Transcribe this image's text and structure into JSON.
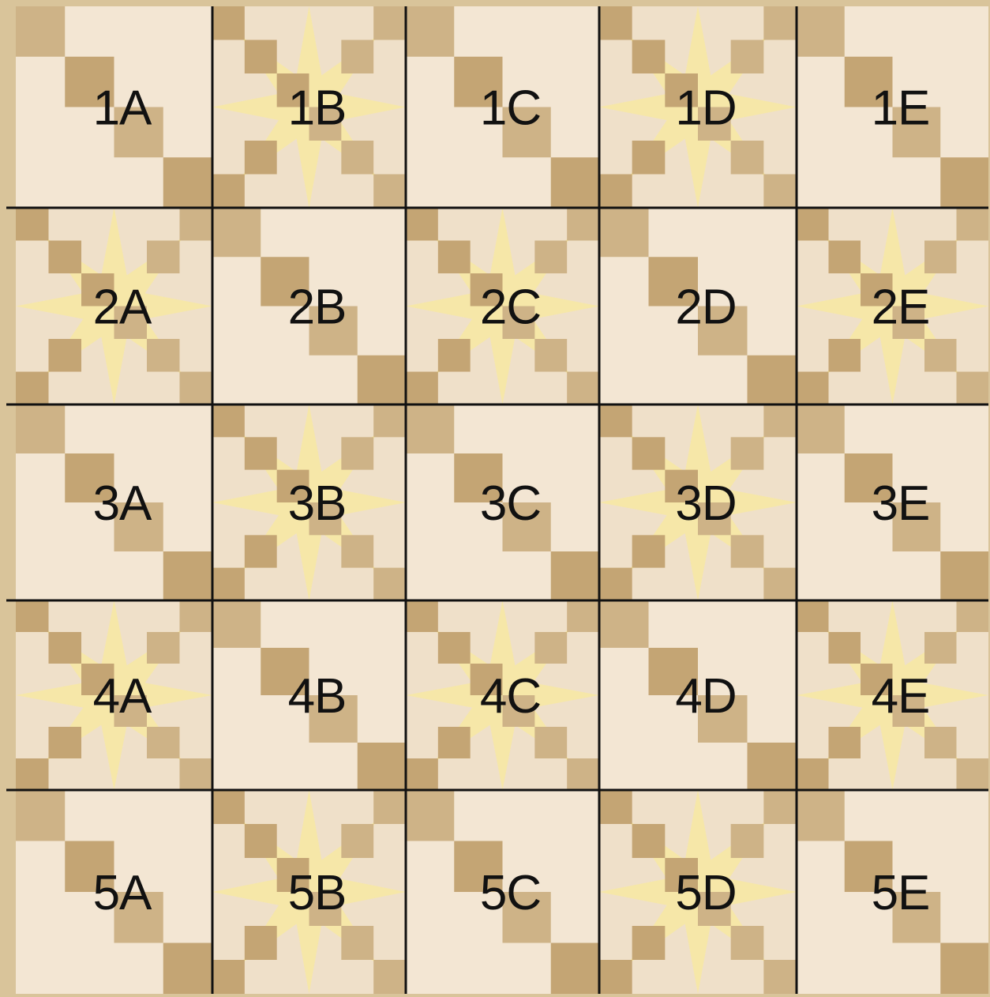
{
  "colors": {
    "border": "#d9c49a",
    "background_light": "#f3e6d3",
    "background_alt": "#efe0c9",
    "tan": "#ceb387",
    "tan_dark": "#c4a574",
    "star": "#f9edbf",
    "star_alt": "#f6e7a8",
    "grid_line": "#111111",
    "label": "#111111"
  },
  "rows": [
    {
      "blocks": [
        {
          "label": "1A",
          "pattern": "chain"
        },
        {
          "label": "1B",
          "pattern": "star"
        },
        {
          "label": "1C",
          "pattern": "chain"
        },
        {
          "label": "1D",
          "pattern": "star"
        },
        {
          "label": "1E",
          "pattern": "chain"
        }
      ]
    },
    {
      "blocks": [
        {
          "label": "2A",
          "pattern": "star"
        },
        {
          "label": "2B",
          "pattern": "chain"
        },
        {
          "label": "2C",
          "pattern": "star"
        },
        {
          "label": "2D",
          "pattern": "chain"
        },
        {
          "label": "2E",
          "pattern": "star"
        }
      ]
    },
    {
      "blocks": [
        {
          "label": "3A",
          "pattern": "chain"
        },
        {
          "label": "3B",
          "pattern": "star"
        },
        {
          "label": "3C",
          "pattern": "chain"
        },
        {
          "label": "3D",
          "pattern": "star"
        },
        {
          "label": "3E",
          "pattern": "chain"
        }
      ]
    },
    {
      "blocks": [
        {
          "label": "4A",
          "pattern": "star"
        },
        {
          "label": "4B",
          "pattern": "chain"
        },
        {
          "label": "4C",
          "pattern": "star"
        },
        {
          "label": "4D",
          "pattern": "chain"
        },
        {
          "label": "4E",
          "pattern": "star"
        }
      ]
    },
    {
      "blocks": [
        {
          "label": "5A",
          "pattern": "chain"
        },
        {
          "label": "5B",
          "pattern": "star"
        },
        {
          "label": "5C",
          "pattern": "chain"
        },
        {
          "label": "5D",
          "pattern": "star"
        },
        {
          "label": "5E",
          "pattern": "chain"
        }
      ]
    }
  ]
}
